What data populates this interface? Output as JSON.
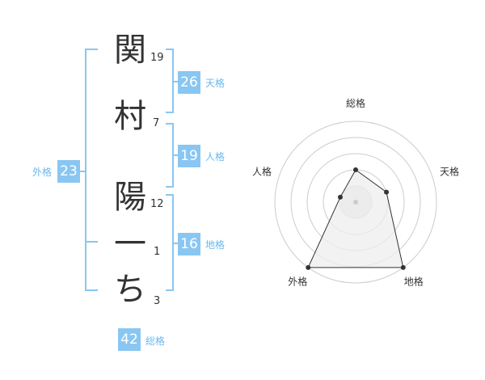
{
  "name": {
    "characters": [
      {
        "char": "関",
        "strokes": "19"
      },
      {
        "char": "村",
        "strokes": "7"
      },
      {
        "char": "陽",
        "strokes": "12"
      },
      {
        "char": "一",
        "strokes": "1"
      },
      {
        "char": "ち",
        "strokes": "3"
      }
    ]
  },
  "fortune": {
    "tenkaku": {
      "value": "26",
      "label": "天格"
    },
    "jinkaku": {
      "value": "19",
      "label": "人格"
    },
    "chikaku": {
      "value": "16",
      "label": "地格"
    },
    "gaikaku": {
      "value": "23",
      "label": "外格"
    },
    "soukaku": {
      "value": "42",
      "label": "総格"
    }
  },
  "colors": {
    "accent": "#89c7f2",
    "accent_text": "#6bb8ee",
    "text": "#333333",
    "ring": "#cccccc",
    "fill": "#eeeeee",
    "polygon": "#333333"
  },
  "chart_data": {
    "type": "radar",
    "axes": [
      "総格",
      "天格",
      "地格",
      "外格",
      "人格"
    ],
    "values": [
      0.4,
      0.4,
      1.0,
      1.0,
      0.2
    ],
    "rings": 5
  }
}
